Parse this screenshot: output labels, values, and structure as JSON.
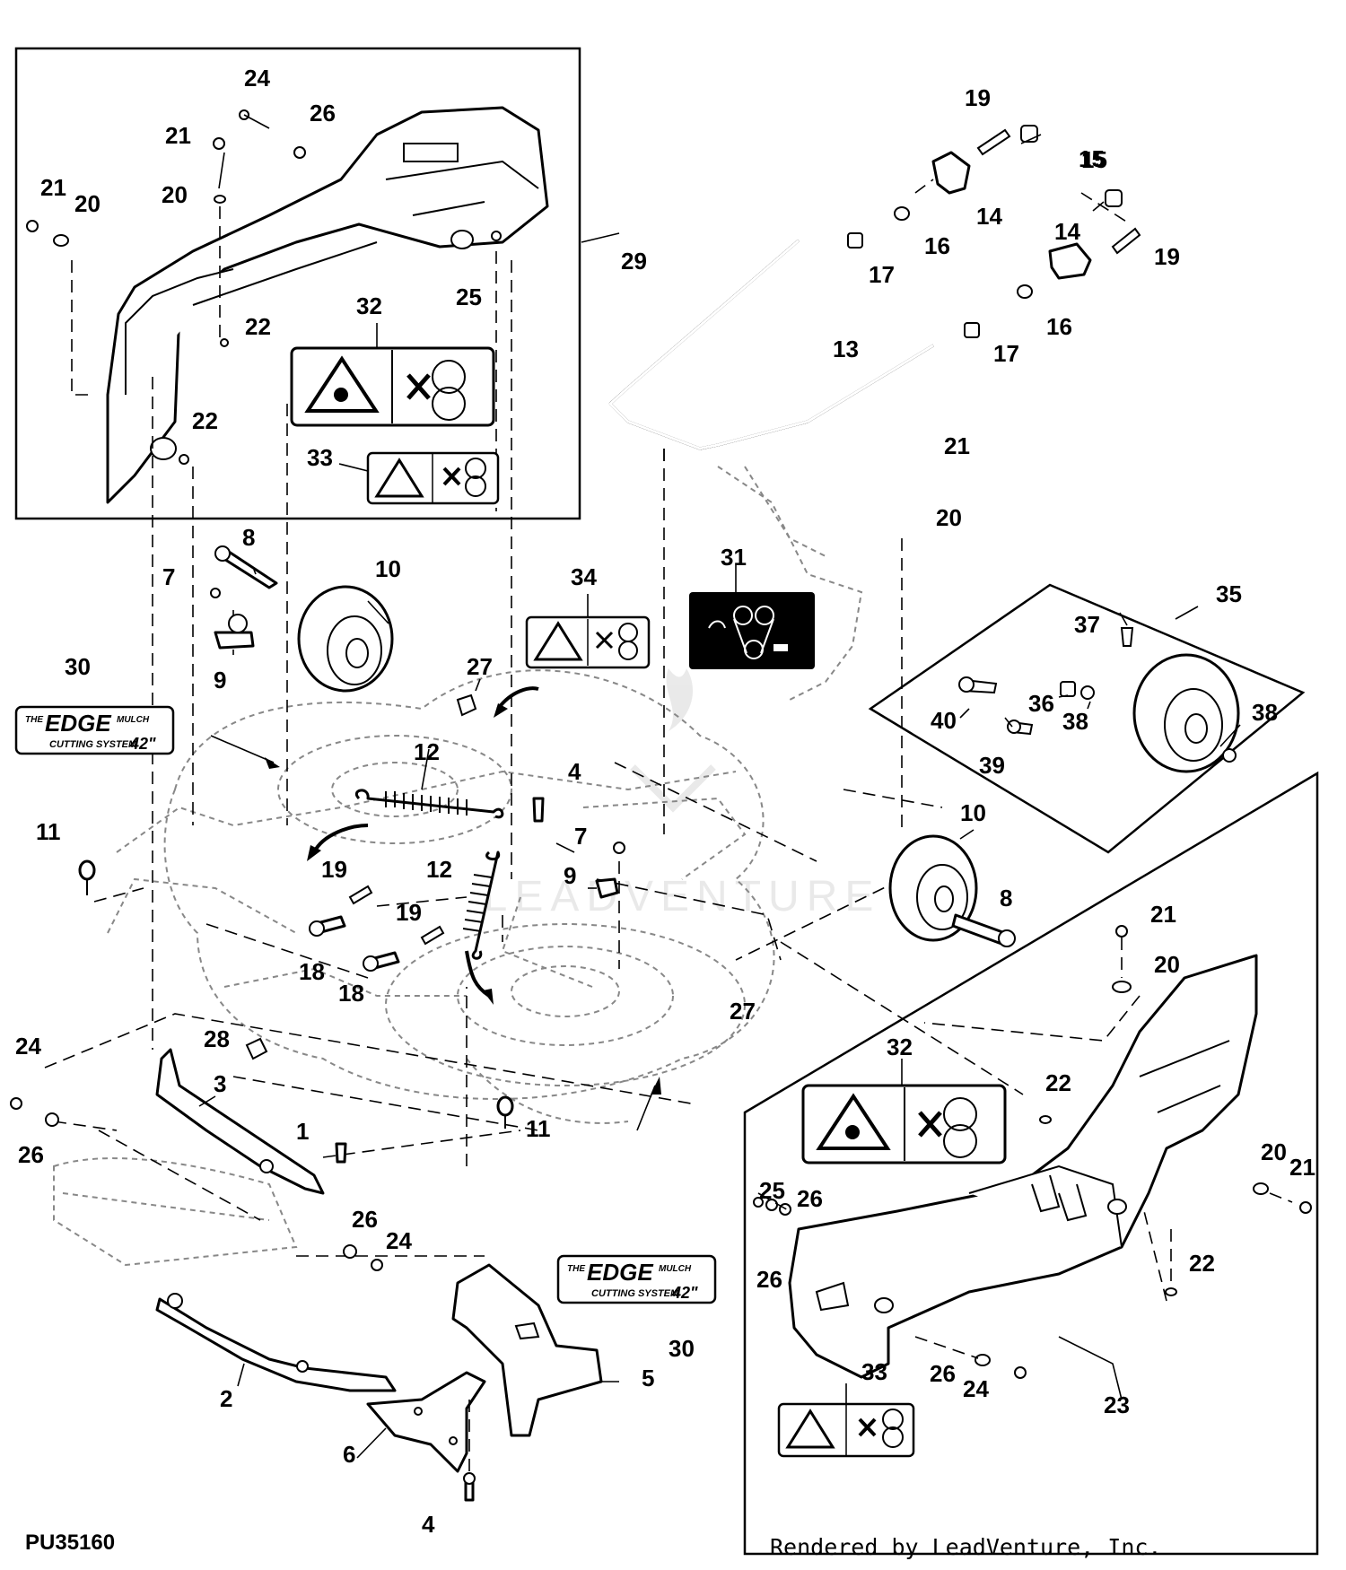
{
  "diagram": {
    "drawing_code": "PU35160",
    "credit": "Rendered by LeadVenture, Inc.",
    "watermark_text": "LEADVENTURE",
    "decal": {
      "line1": "THE",
      "line2": "EDGE",
      "line3": "MULCH",
      "line4": "CUTTING SYSTEM",
      "line5": "42\""
    },
    "callouts": [
      {
        "id": "c-24-a",
        "label": "24"
      },
      {
        "id": "c-26-a",
        "label": "26"
      },
      {
        "id": "c-21-a",
        "label": "21"
      },
      {
        "id": "c-21-b",
        "label": "21"
      },
      {
        "id": "c-20-a",
        "label": "20"
      },
      {
        "id": "c-20-b",
        "label": "20"
      },
      {
        "id": "c-25-a",
        "label": "25"
      },
      {
        "id": "c-29",
        "label": "29"
      },
      {
        "id": "c-22-a",
        "label": "22"
      },
      {
        "id": "c-32-a",
        "label": "32"
      },
      {
        "id": "c-22-b",
        "label": "22"
      },
      {
        "id": "c-33-a",
        "label": "33"
      },
      {
        "id": "c-19-a",
        "label": "19"
      },
      {
        "id": "c-15-a",
        "label": "15"
      },
      {
        "id": "c-15-b",
        "label": "15"
      },
      {
        "id": "c-14-a",
        "label": "14"
      },
      {
        "id": "c-16-a",
        "label": "16"
      },
      {
        "id": "c-17-a",
        "label": "17"
      },
      {
        "id": "c-14-b",
        "label": "14"
      },
      {
        "id": "c-19-b",
        "label": "19"
      },
      {
        "id": "c-16-b",
        "label": "16"
      },
      {
        "id": "c-17-b",
        "label": "17"
      },
      {
        "id": "c-13",
        "label": "13"
      },
      {
        "id": "c-21-c",
        "label": "21"
      },
      {
        "id": "c-20-c",
        "label": "20"
      },
      {
        "id": "c-8-a",
        "label": "8"
      },
      {
        "id": "c-7-a",
        "label": "7"
      },
      {
        "id": "c-10-a",
        "label": "10"
      },
      {
        "id": "c-9-a",
        "label": "9"
      },
      {
        "id": "c-34",
        "label": "34"
      },
      {
        "id": "c-31",
        "label": "31"
      },
      {
        "id": "c-35",
        "label": "35"
      },
      {
        "id": "c-37",
        "label": "37"
      },
      {
        "id": "c-30-a",
        "label": "30"
      },
      {
        "id": "c-27-a",
        "label": "27"
      },
      {
        "id": "c-40",
        "label": "40"
      },
      {
        "id": "c-36",
        "label": "36"
      },
      {
        "id": "c-38-a",
        "label": "38"
      },
      {
        "id": "c-38-b",
        "label": "38"
      },
      {
        "id": "c-39",
        "label": "39"
      },
      {
        "id": "c-12-a",
        "label": "12"
      },
      {
        "id": "c-4-a",
        "label": "4"
      },
      {
        "id": "c-10-b",
        "label": "10"
      },
      {
        "id": "c-11-a",
        "label": "11"
      },
      {
        "id": "c-7-b",
        "label": "7"
      },
      {
        "id": "c-19-c",
        "label": "19"
      },
      {
        "id": "c-12-b",
        "label": "12"
      },
      {
        "id": "c-9-b",
        "label": "9"
      },
      {
        "id": "c-8-b",
        "label": "8"
      },
      {
        "id": "c-19-d",
        "label": "19"
      },
      {
        "id": "c-18-a",
        "label": "18"
      },
      {
        "id": "c-18-b",
        "label": "18"
      },
      {
        "id": "c-21-d",
        "label": "21"
      },
      {
        "id": "c-20-d",
        "label": "20"
      },
      {
        "id": "c-27-b",
        "label": "27"
      },
      {
        "id": "c-24-b",
        "label": "24"
      },
      {
        "id": "c-28",
        "label": "28"
      },
      {
        "id": "c-3",
        "label": "3"
      },
      {
        "id": "c-32-b",
        "label": "32"
      },
      {
        "id": "c-22-c",
        "label": "22"
      },
      {
        "id": "c-26-b",
        "label": "26"
      },
      {
        "id": "c-1",
        "label": "1"
      },
      {
        "id": "c-11-b",
        "label": "11"
      },
      {
        "id": "c-20-e",
        "label": "20"
      },
      {
        "id": "c-21-e",
        "label": "21"
      },
      {
        "id": "c-25-b",
        "label": "25"
      },
      {
        "id": "c-26-c",
        "label": "26"
      },
      {
        "id": "c-26-d",
        "label": "26"
      },
      {
        "id": "c-24-c",
        "label": "24"
      },
      {
        "id": "c-26-e",
        "label": "26"
      },
      {
        "id": "c-22-d",
        "label": "22"
      },
      {
        "id": "c-5",
        "label": "5"
      },
      {
        "id": "c-30-b",
        "label": "30"
      },
      {
        "id": "c-2",
        "label": "2"
      },
      {
        "id": "c-33-b",
        "label": "33"
      },
      {
        "id": "c-26-f",
        "label": "26"
      },
      {
        "id": "c-24-d",
        "label": "24"
      },
      {
        "id": "c-23",
        "label": "23"
      },
      {
        "id": "c-6",
        "label": "6"
      },
      {
        "id": "c-4-b",
        "label": "4"
      }
    ]
  }
}
